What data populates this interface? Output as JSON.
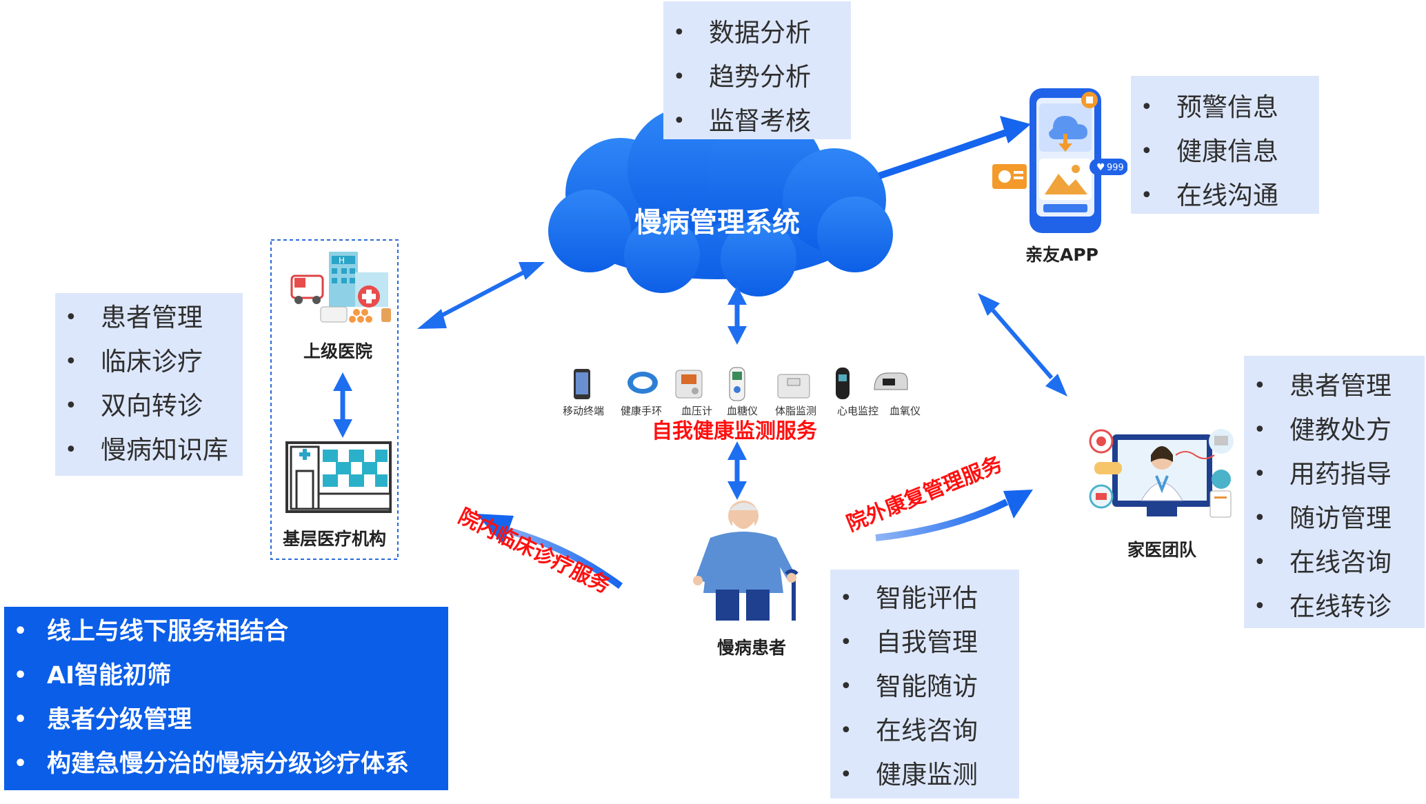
{
  "center": {
    "title": "慢病管理系统"
  },
  "analysis_box": {
    "items": [
      "数据分析",
      "趋势分析",
      "监督考核"
    ]
  },
  "family_app": {
    "label": "亲友APP",
    "items": [
      "预警信息",
      "健康信息",
      "在线沟通"
    ],
    "badge": "999"
  },
  "hospital": {
    "upper_label": "上级医院",
    "primary_label": "基层医疗机构",
    "items": [
      "患者管理",
      "临床诊疗",
      "双向转诊",
      "慢病知识库"
    ]
  },
  "devices": {
    "labels": [
      "移动终端",
      "健康手环",
      "血压计",
      "血糖仪",
      "体脂监测",
      "心电监控",
      "血氧仪"
    ],
    "service_label": "自我健康监测服务"
  },
  "doctor_team": {
    "label": "家医团队",
    "items": [
      "患者管理",
      "健教处方",
      "用药指导",
      "随访管理",
      "在线咨询",
      "在线转诊"
    ]
  },
  "patient": {
    "label": "慢病患者",
    "items": [
      "智能评估",
      "自我管理",
      "智能随访",
      "在线咨询",
      "健康监测"
    ]
  },
  "services": {
    "inpatient": "院内临床诊疗服务",
    "outpatient": "院外康复管理服务"
  },
  "summary": {
    "items": [
      "线上与线下服务相结合",
      "AI智能初筛",
      "患者分级管理",
      "构建急慢分治的慢病分级诊疗体系"
    ]
  },
  "colors": {
    "accent": "#0b5ee8",
    "box_bg": "#dde7fb",
    "service_red": "#ff1010"
  }
}
